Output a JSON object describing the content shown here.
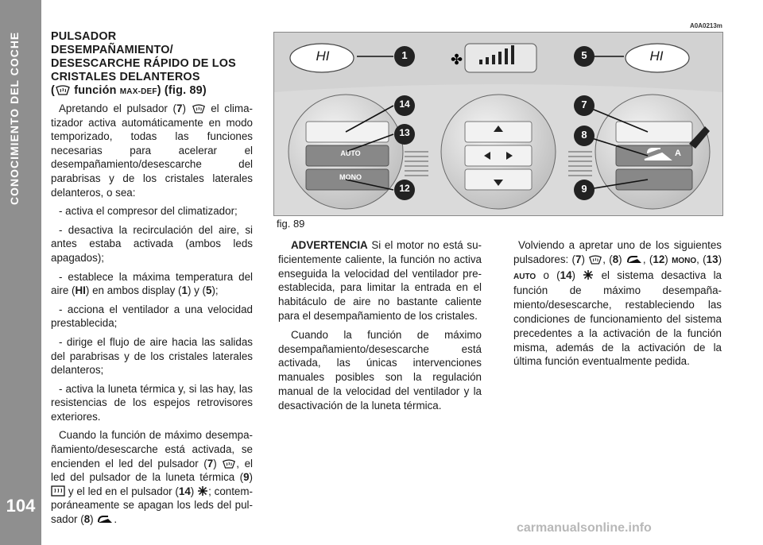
{
  "sidebar": {
    "section": "CONOCIMIENTO DEL COCHE",
    "page_number": "104"
  },
  "heading": {
    "line1": "PULSADOR",
    "line2": "DESEMPAÑAMIENTO/",
    "line3": "DESESCARCHE RÁPIDO DE LOS",
    "line4": "CRISTALES DELANTEROS",
    "func_open": "(",
    "func_label": "función",
    "func_code": "MAX-DEF",
    "func_close": ") (fig. 89)"
  },
  "col1": {
    "p1_a": "Apretando el pulsador (",
    "p1_num": "7",
    "p1_b": ") ",
    "p1_c": " el clima­tizador activa automáticamente en modo temporizado, todas las funciones necesarias para acelerar el desempañamiento/deses­carche del parabrisas y de los cristales late­rales delanteros, o sea:",
    "b1": "- activa el compresor del climatizador;",
    "b2": "- desactiva la recirculación del aire, si an­tes estaba activada (ambos leds apagados);",
    "b3_a": "- establece la máxima temperatura del ai­re (",
    "b3_hi": "HI",
    "b3_b": ") en ambos display (",
    "b3_n1": "1",
    "b3_c": ") y (",
    "b3_n2": "5",
    "b3_d": ");",
    "b4": "- acciona el ventilador a una velocidad pres­tablecida;",
    "b5": "- dirige el flujo de aire hacia las salidas del parabrisas y de los cristales laterales de­lanteros;",
    "b6": "- activa la luneta térmica y, si las hay, las re­sistencias de los espejos retrovisores exteriores.",
    "p2_a": "Cuando la función de máximo desempa­ñamiento/desescarche está activada, se en­cienden el led del pulsador (",
    "p2_n7": "7",
    "p2_b": ") ",
    "p2_c": ", el led del pulsador de la luneta térmica (",
    "p2_n9": "9",
    "p2_d": ") ",
    "p2_e": " y el led en el pulsador (",
    "p2_n14": "14",
    "p2_f": ") ",
    "p2_g": "; contem­poráneamente se apagan los leds del pul­sador (",
    "p2_n8": "8",
    "p2_h": ") ",
    "p2_i": "."
  },
  "figure": {
    "code": "A0A0213m",
    "label": "fig. 89",
    "display_left": "HI",
    "display_right": "HI",
    "auto_label": "AUTO",
    "mono_label": "MONO",
    "a_label": "A",
    "callouts": [
      "1",
      "5",
      "14",
      "7",
      "13",
      "8",
      "12",
      "9"
    ]
  },
  "col2": {
    "warn_title": "ADVERTENCIA",
    "warn_text": " Si el motor no está su­ficientemente caliente, la función no activa enseguida la velocidad del ventilador pre­establecida, para limitar la entrada en el ha­bitáculo de aire no bastante caliente para el desempañamiento de los cristales.",
    "p2": "Cuando la función de máximo desempa­ñamiento/desescarche está activada, las únicas intervenciones manuales posibles son la regulación manual de la velocidad del ven­tilador y la desactivación de la luneta tér­mica."
  },
  "col3": {
    "a": "Volviendo a apretar uno de los siguientes pulsadores: (",
    "n7": "7",
    "b": ") ",
    "c": ", (",
    "n8": "8",
    "d": ") ",
    "e": ", (",
    "n12": "12",
    "f": ") ",
    "mono": "MO­NO",
    "g": ", (",
    "n13": "13",
    "h": ") ",
    "auto": "AUTO",
    "i": " o (",
    "n14": "14",
    "j": ") ",
    "k": " el sistema de­sactiva la función de máximo desempaña­miento/desescarche, restableciendo las con­diciones de funcionamiento del sistema pre­cedentes a la activación de la función mis­ma, además de la activación de la última función eventualmente pedida."
  },
  "watermark": "carmanualsonline.info"
}
